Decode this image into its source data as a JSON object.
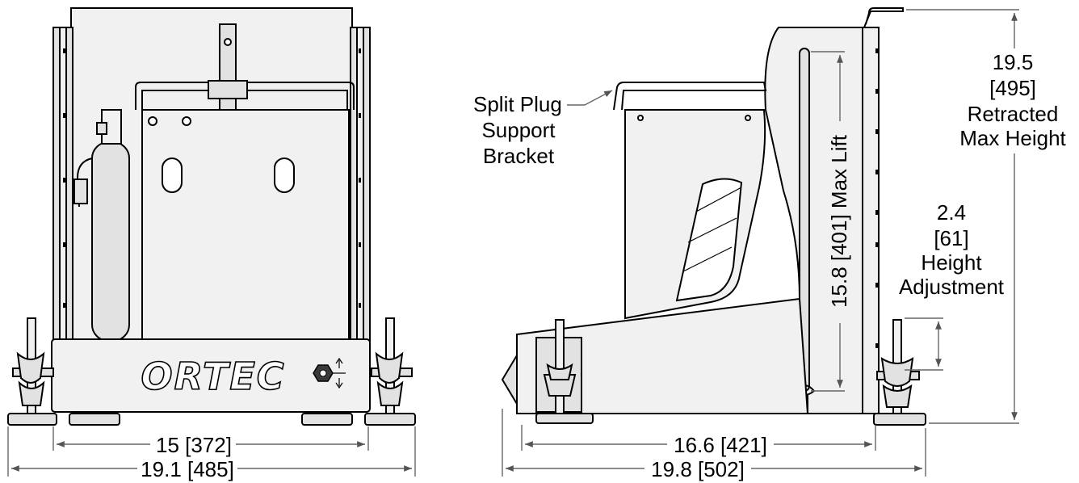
{
  "front_view": {
    "brand": "ORTEC",
    "dim_inner_width": "15 [372]",
    "dim_outer_width": "19.1 [485]"
  },
  "side_view": {
    "callout_bracket": [
      "Split Plug",
      "Support",
      "Bracket"
    ],
    "dim_max_lift": "15.8 [401] Max Lift",
    "dim_max_height": [
      "19.5",
      "[495]",
      "Retracted",
      "Max Height"
    ],
    "dim_height_adjust": [
      "2.4",
      "[61]",
      "Height",
      "Adjustment"
    ],
    "dim_inner_depth": "16.6 [421]",
    "dim_outer_depth": "19.8 [502]"
  }
}
